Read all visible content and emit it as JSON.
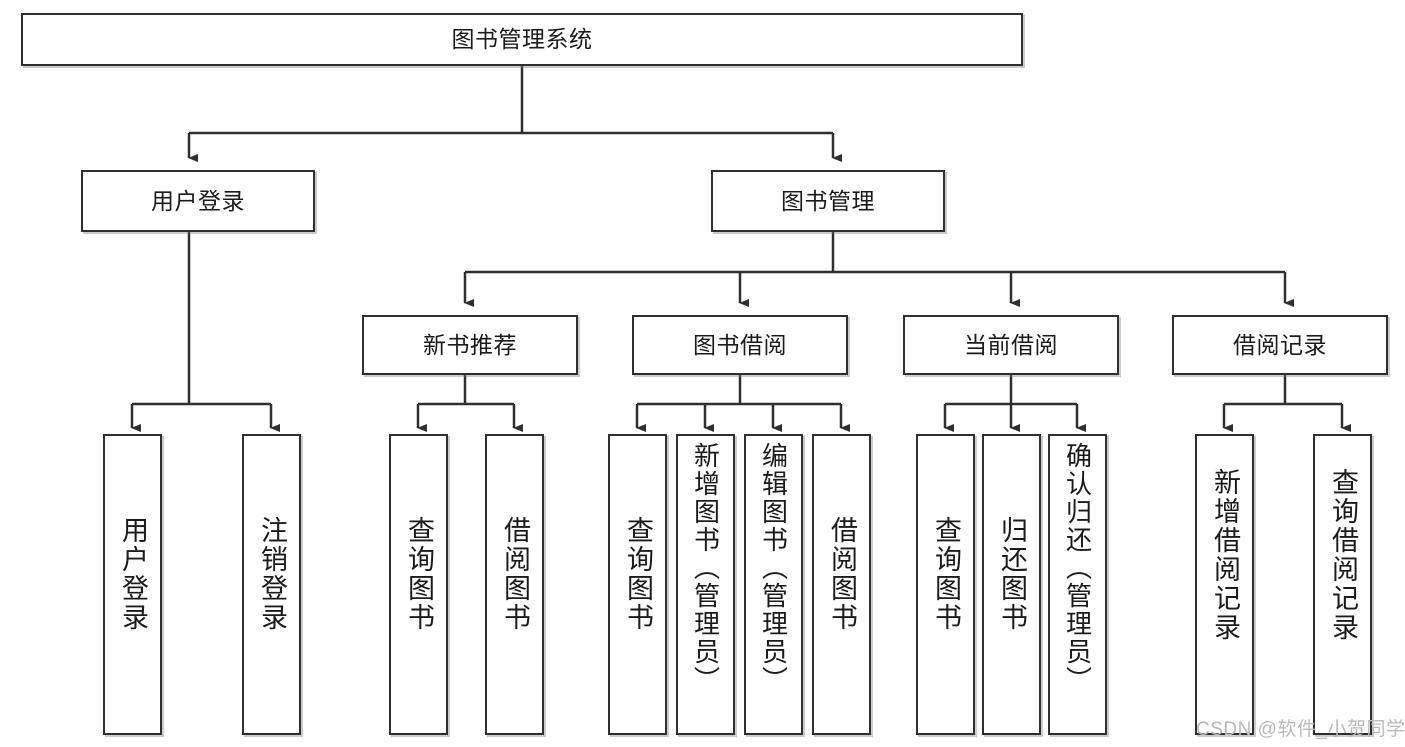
{
  "diagram": {
    "title": "图书管理系统",
    "type": "hierarchy-tree",
    "watermark": "CSDN @软件_小贺同学",
    "colors": {
      "stroke": "#2f2f2f",
      "fill": "#ffffff",
      "text": "#1b1b1b",
      "watermark": "#b9b9b9"
    },
    "nodes": {
      "root": {
        "label": "图书管理系统"
      },
      "level2": [
        {
          "id": "user-login",
          "label": "用户登录"
        },
        {
          "id": "book-manage",
          "label": "图书管理"
        }
      ],
      "level3": [
        {
          "id": "new-book-recommend",
          "label": "新书推荐"
        },
        {
          "id": "book-borrow",
          "label": "图书借阅"
        },
        {
          "id": "current-borrow",
          "label": "当前借阅"
        },
        {
          "id": "borrow-record",
          "label": "借阅记录"
        }
      ],
      "leaves": {
        "user-login": [
          {
            "id": "leaf-user-login",
            "label": "用户登录"
          },
          {
            "id": "leaf-logout-login",
            "label": "注销登录"
          }
        ],
        "new-book-recommend": [
          {
            "id": "leaf-query-book-1",
            "label": "查询图书"
          },
          {
            "id": "leaf-borrow-book-1",
            "label": "借阅图书"
          }
        ],
        "book-borrow": [
          {
            "id": "leaf-query-book-2",
            "label": "查询图书"
          },
          {
            "id": "leaf-add-book",
            "label": "新增图书（管理员）"
          },
          {
            "id": "leaf-edit-book",
            "label": "编辑图书（管理员）"
          },
          {
            "id": "leaf-borrow-book-2",
            "label": "借阅图书"
          }
        ],
        "current-borrow": [
          {
            "id": "leaf-query-book-3",
            "label": "查询图书"
          },
          {
            "id": "leaf-return-book",
            "label": "归还图书"
          },
          {
            "id": "leaf-confirm-return",
            "label": "确认归还（管理员）"
          }
        ],
        "borrow-record": [
          {
            "id": "leaf-add-record",
            "label": "新增借阅记录"
          },
          {
            "id": "leaf-query-record",
            "label": "查询借阅记录"
          }
        ]
      }
    }
  }
}
